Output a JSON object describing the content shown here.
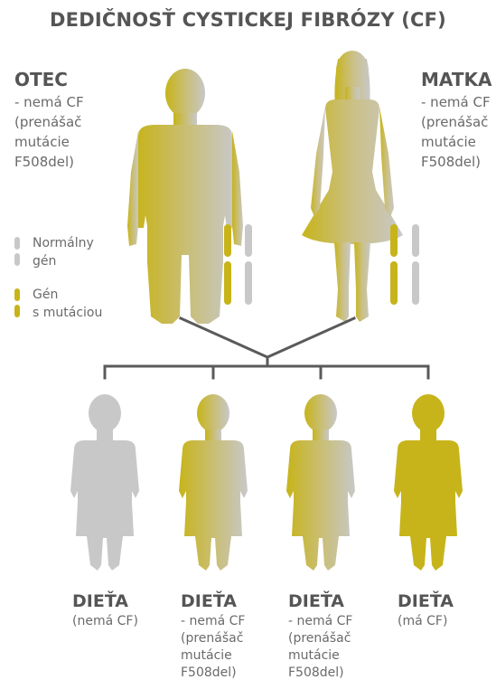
{
  "title": "DEDIČNOSŤ CYSTICKEJ FIBRÓZY (CF)",
  "colors": {
    "normal": "#c8c8c8",
    "mutated": "#c7b41a",
    "line": "#5a5a5a"
  },
  "father": {
    "name": "OTEC",
    "lines": [
      "- nemá CF",
      "(prenášač",
      "mutácie",
      "F508del)"
    ]
  },
  "mother": {
    "name": "MATKA",
    "lines": [
      "- nemá CF",
      "(prenášač",
      "mutácie",
      "F508del)"
    ]
  },
  "legend": {
    "normal": {
      "line1": "Normálny",
      "line2": "gén"
    },
    "mutated": {
      "line1": "Gén",
      "line2": "s mutáciou"
    }
  },
  "children": [
    {
      "name": "DIEŤA",
      "lines": [
        "(nemá CF)"
      ],
      "status": "normal"
    },
    {
      "name": "DIEŤA",
      "lines": [
        "- nemá CF",
        "(prenášač",
        "mutácie",
        "F508del)"
      ],
      "status": "carrier"
    },
    {
      "name": "DIEŤA",
      "lines": [
        "- nemá CF",
        "(prenášač",
        "mutácie",
        "F508del)"
      ],
      "status": "carrier"
    },
    {
      "name": "DIEŤA",
      "lines": [
        "(má CF)"
      ],
      "status": "affected"
    }
  ]
}
